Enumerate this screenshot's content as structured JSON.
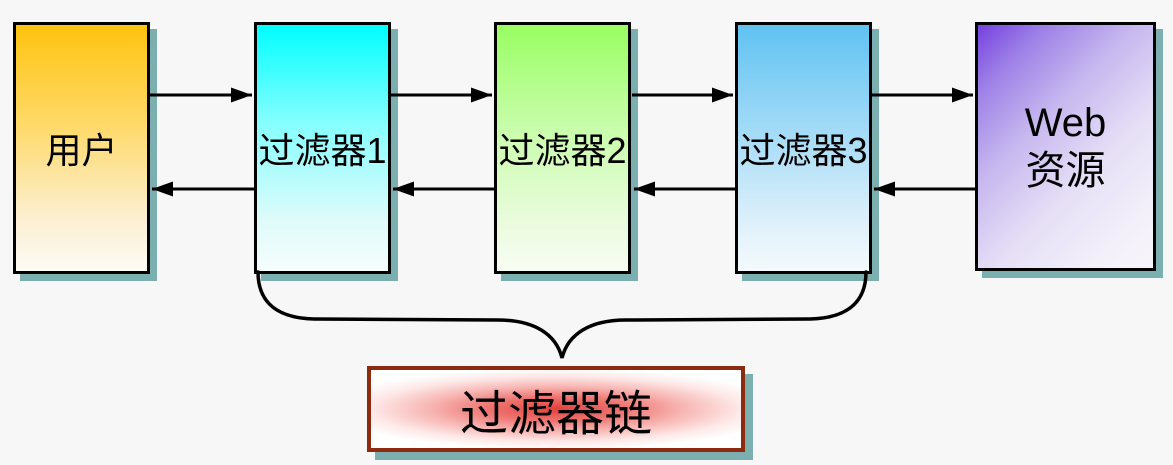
{
  "diagram": {
    "title_hint": "filter-chain-flow",
    "background_color": "#f7f7f7",
    "shadow_color": "#7cb0b0",
    "nodes": [
      {
        "id": "user",
        "label": "用户",
        "top_color": "#ffc30f"
      },
      {
        "id": "filter-1",
        "label": "过滤器1",
        "top_color": "#00feff"
      },
      {
        "id": "filter-2",
        "label": "过滤器2",
        "top_color": "#99fe62"
      },
      {
        "id": "filter-3",
        "label": "过滤器3",
        "top_color": "#7442df"
      },
      {
        "id": "web-resource",
        "label": "Web 资源",
        "lines": [
          "Web",
          "资源"
        ],
        "top_color": "#7442df"
      }
    ],
    "flow": {
      "forward_pairs": [
        "用户→过滤器1",
        "过滤器1→过滤器2",
        "过滤器2→过滤器3",
        "过滤器3→Web 资源"
      ],
      "backward_pairs": [
        "过滤器1→用户",
        "过滤器2→过滤器1",
        "过滤器3→过滤器2",
        "Web 资源→过滤器3"
      ]
    },
    "caption": {
      "label": "过滤器链",
      "border_color": "#8c2b10",
      "glow_color": "#e4403c"
    }
  }
}
